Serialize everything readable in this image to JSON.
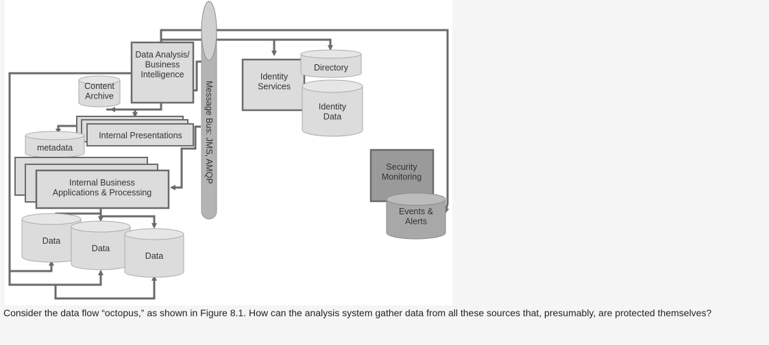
{
  "diagram": {
    "nodes": {
      "data_analysis": "Data Analysis/\nBusiness\nIntelligence",
      "content_archive": "Content\nArchive",
      "internal_presentations": "Internal Presentations",
      "metadata": "metadata",
      "internal_business": "Internal Business\nApplications & Processing",
      "data_1": "Data",
      "data_2": "Data",
      "data_3": "Data",
      "message_bus": "Message Bus: JMS, AMQP",
      "identity_services": "Identity\nServices",
      "directory": "Directory",
      "identity_data": "Identity\nData",
      "security_monitoring": "Security\nMonitoring",
      "events_alerts": "Events &\nAlerts"
    },
    "colors": {
      "line": "#6a6a6a",
      "box_fill": "#dcdcdc",
      "cyl_top": "#e6e6e6",
      "dark_box": "#9a9a9a",
      "dark_cyl": "#a8a8a8",
      "bus": "#b4b4b4"
    }
  },
  "question": "Consider the data flow “octopus,” as shown in Figure 8.1. How can the analysis system gather data from all these sources that, presumably, are protected themselves?"
}
